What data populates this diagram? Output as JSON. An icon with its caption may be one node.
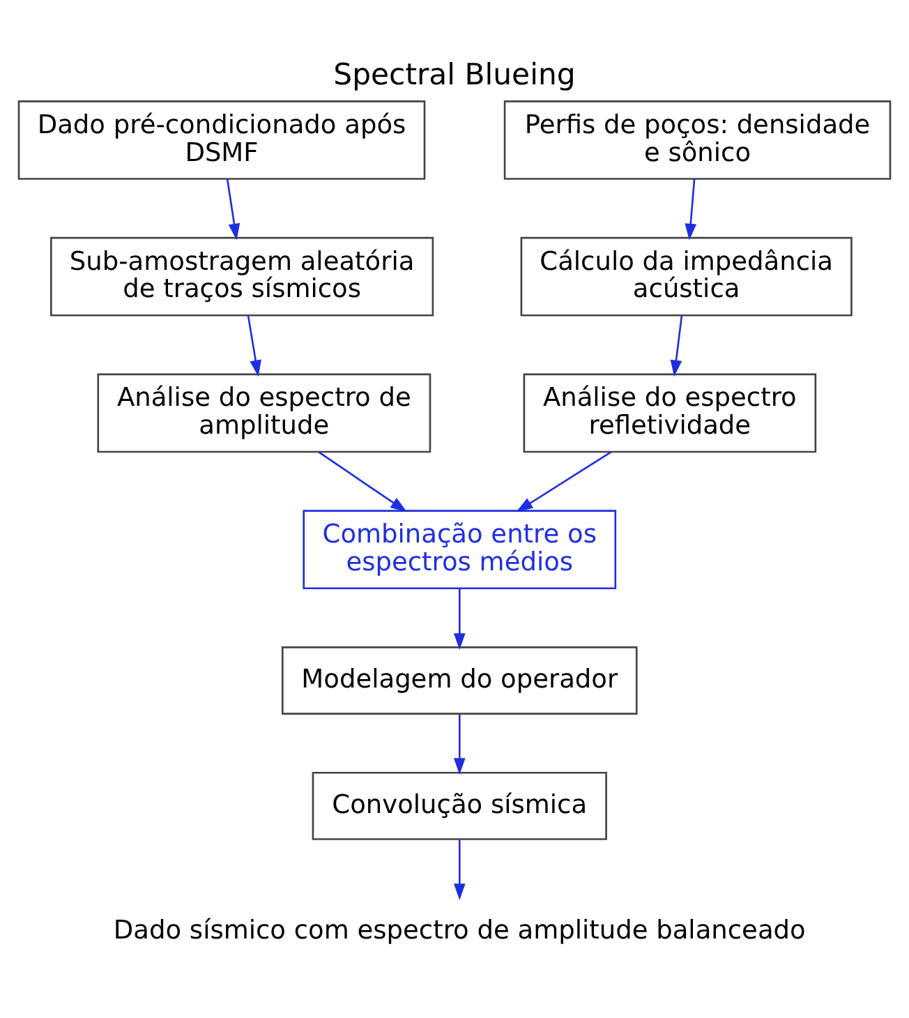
{
  "diagram": {
    "title": "Spectral Blueing",
    "nodes": [
      {
        "text": [
          "Dado pré-condicionado após DSMF"
        ]
      },
      {
        "text": [
          "Perfis de poços: densidade e sônico"
        ]
      },
      {
        "text": [
          "Sub-amostragem aleatória de traços sísmicos"
        ]
      },
      {
        "text": [
          "Cálculo da impedância acústica"
        ]
      },
      {
        "text": [
          "Análise do espectro de amplitude"
        ]
      },
      {
        "text": [
          "Análise do espectro refletividade"
        ]
      },
      {
        "text": [
          "Combinação entre os espectros médios"
        ]
      },
      {
        "text": [
          "Modelagem do operador"
        ]
      },
      {
        "text": [
          "Convolução sísmica"
        ]
      },
      {
        "text": [
          "Dado sísmico com espectro de amplitude balanceado"
        ]
      }
    ],
    "edges": [
      {
        "from": 0,
        "to": 2,
        "arrow": "to"
      },
      {
        "from": 2,
        "to": 4,
        "arrow": "to"
      },
      {
        "from": 1,
        "to": 3,
        "arrow": "to"
      },
      {
        "from": 3,
        "to": 5,
        "arrow": "to"
      },
      {
        "from": 4,
        "to": 6,
        "arrow": "to"
      },
      {
        "from": 5,
        "to": 6,
        "arrow": "to"
      },
      {
        "from": 6,
        "to": 7,
        "arrow": "to"
      },
      {
        "from": 7,
        "to": 8,
        "arrow": "to"
      },
      {
        "from": 8,
        "to": 9,
        "arrow": "to"
      }
    ]
  }
}
